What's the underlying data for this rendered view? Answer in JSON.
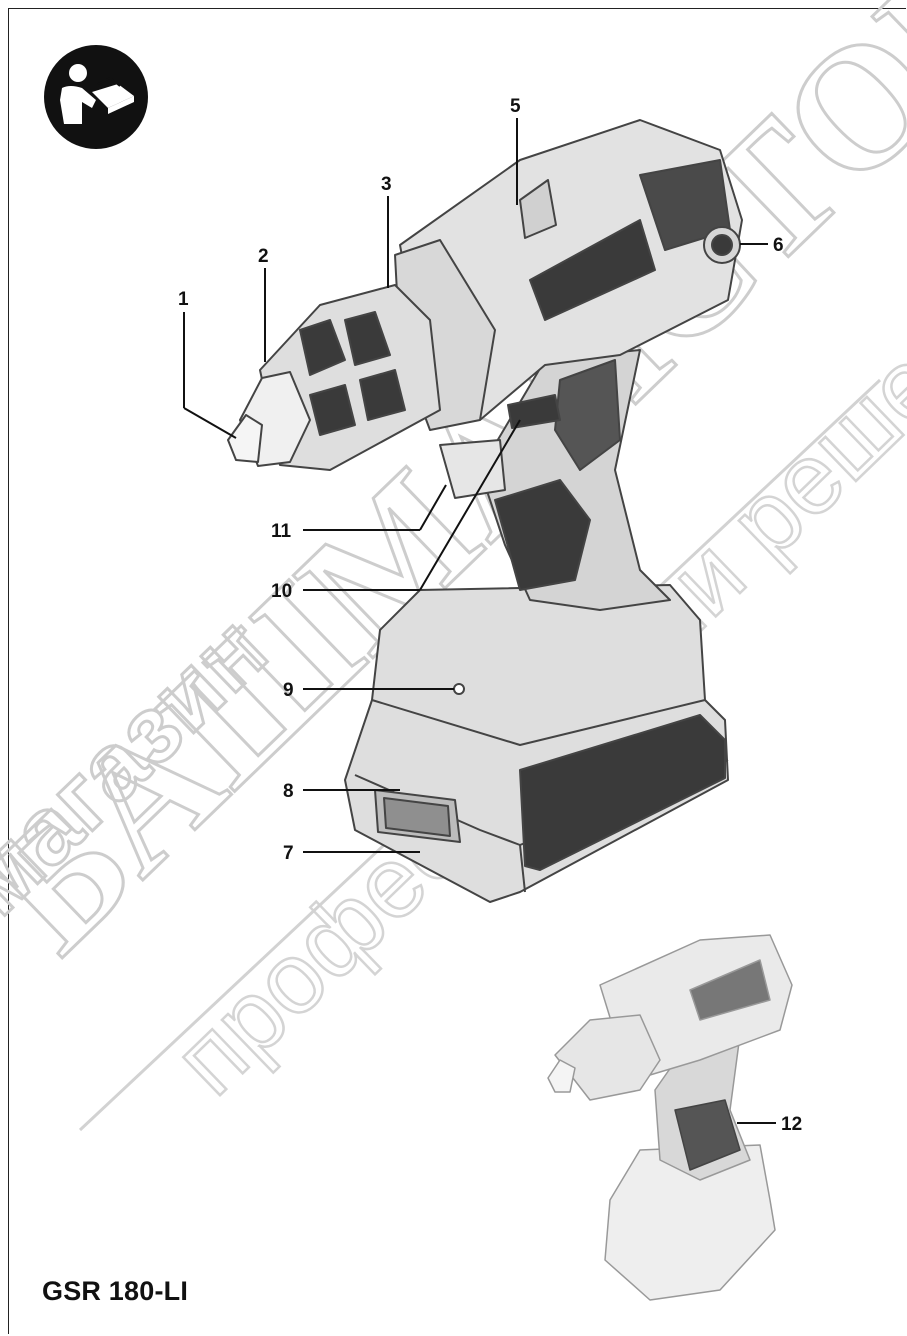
{
  "document": {
    "model_name": "GSR 180-LI",
    "callouts": [
      "1",
      "2",
      "3",
      "5",
      "6",
      "11",
      "10",
      "9",
      "8",
      "7",
      "12"
    ]
  },
  "watermark": {
    "lines": [
      "магазин",
      "БАШМАЙСТОР",
      "професионални решения"
    ],
    "color": "#c8c8c8"
  },
  "icons": {
    "manual": "read-manual-icon"
  },
  "colors": {
    "outline": "#444444",
    "body_fill": "#e2e2e2",
    "dark_fill": "#3a3a3a",
    "accent_gray": "#8f8f8f"
  }
}
